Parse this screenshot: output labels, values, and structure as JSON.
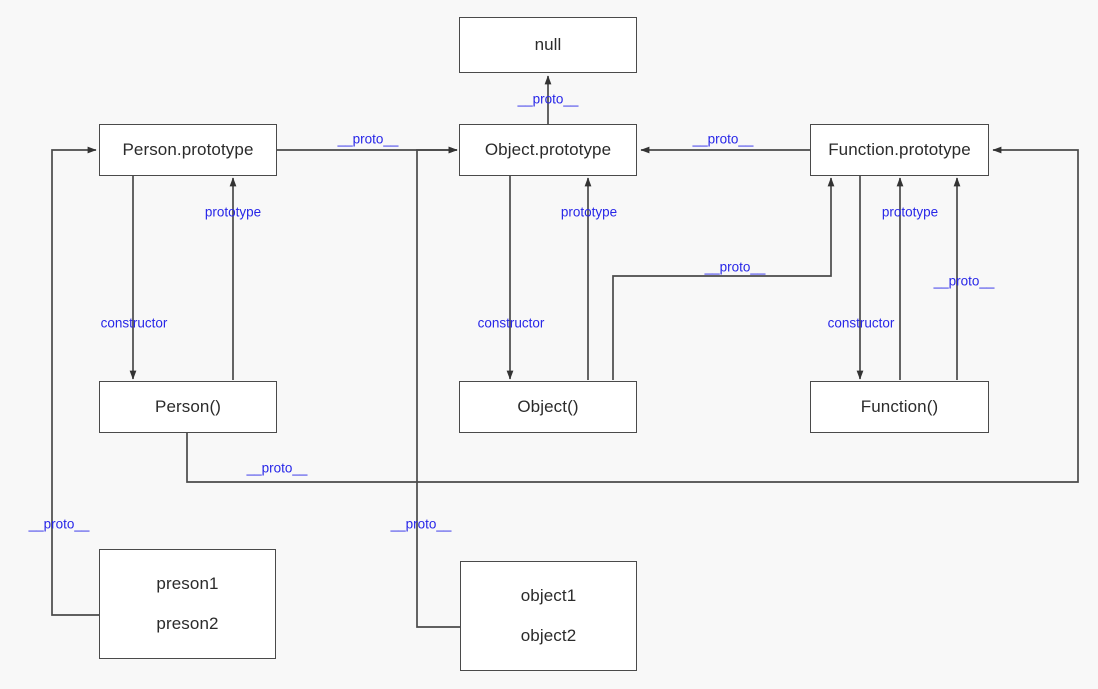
{
  "diagram": {
    "title": "JavaScript prototype chain diagram",
    "background_color": "#f8f8f8",
    "box_fill": "#ffffff",
    "box_stroke": "#4a4a4a",
    "label_color": "#2726e8",
    "text_color": "#2b2b2b"
  },
  "nodes": {
    "null_box": {
      "label": "null"
    },
    "person_prototype": {
      "label": "Person.prototype"
    },
    "object_prototype": {
      "label": "Object.prototype"
    },
    "function_prototype": {
      "label": "Function.prototype"
    },
    "person_ctor": {
      "label": "Person()"
    },
    "object_ctor": {
      "label": "Object()"
    },
    "function_ctor": {
      "label": "Function()"
    },
    "person_instances": {
      "line1": "preson1",
      "line2": "preson2"
    },
    "object_instances": {
      "line1": "object1",
      "line2": "object2"
    }
  },
  "edge_labels": {
    "objproto_to_null": "__proto__",
    "personproto_to_objproto": "__proto__",
    "funcproto_to_objproto": "__proto__",
    "person_prototype_link": "prototype",
    "object_prototype_link": "prototype",
    "function_prototype_link": "prototype",
    "person_constructor": "constructor",
    "object_constructor": "constructor",
    "function_constructor": "constructor",
    "objectctor_to_funcproto": "__proto__",
    "functionctor_to_funcproto": "__proto__",
    "personctor_to_funcproto": "__proto__",
    "presons_to_personproto": "__proto__",
    "objects_to_objproto": "__proto__"
  }
}
